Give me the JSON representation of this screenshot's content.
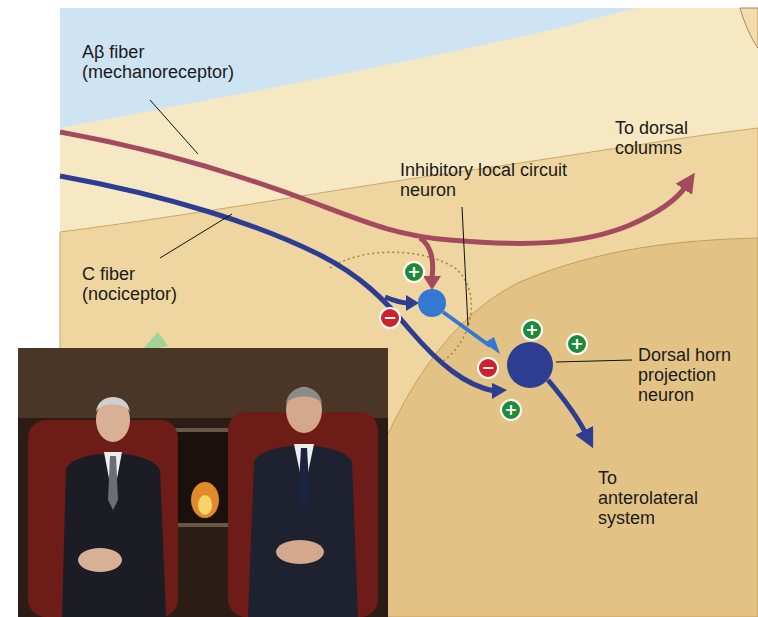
{
  "diagram": {
    "labels": [
      "Aβ fiber (mechanoreceptor)",
      "To dorsal columns",
      "Inhibitory local circuit neuron",
      "C fiber (nociceptor)",
      "+",
      "−",
      "+",
      "−",
      "+",
      "Dorsal horn projection neuron",
      "+",
      "To anterolateral system"
    ]
  }
}
